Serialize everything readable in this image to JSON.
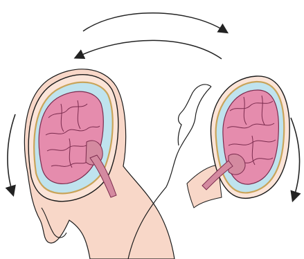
{
  "figure": {
    "subject": "head-motion-illustration",
    "panels": [
      {
        "panel": "left",
        "pose": "head-flexed-forward",
        "shows": [
          "skin",
          "skull",
          "meninges",
          "cerebrospinal-fluid",
          "brain",
          "brainstem"
        ]
      },
      {
        "panel": "right",
        "pose": "head-extended-backward",
        "shows": [
          "skin",
          "skull",
          "meninges",
          "cerebrospinal-fluid",
          "brain",
          "brainstem"
        ]
      }
    ],
    "arrows": [
      {
        "id": "top-outer",
        "direction": "left-to-right"
      },
      {
        "id": "top-inner",
        "direction": "right-to-left"
      },
      {
        "id": "left-side",
        "direction": "downward"
      },
      {
        "id": "right-side",
        "direction": "downward"
      }
    ],
    "colors": {
      "skin": "#f8d7c8",
      "skull_outline": "#1a1a1a",
      "dura": "#c9a45a",
      "csf": "#bfe3ee",
      "brain_fill": "#e58cad",
      "brain_lines": "#7a2a4d",
      "brainstem": "#d48aa0",
      "arrow": "#222222"
    }
  }
}
